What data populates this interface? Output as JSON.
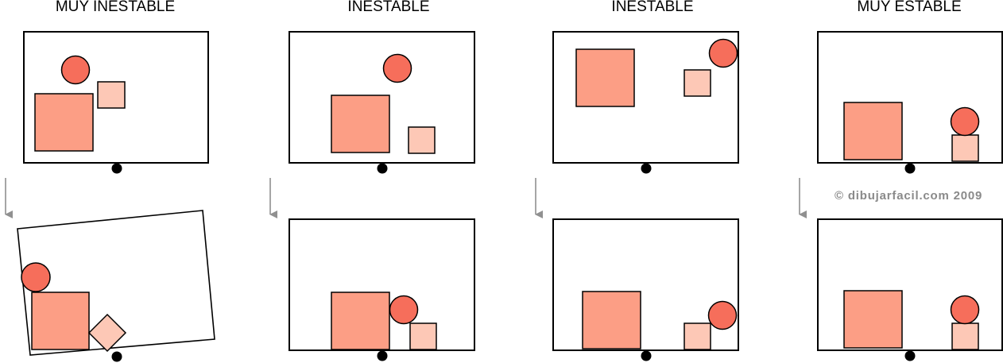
{
  "columns": [
    {
      "title": "MUY INESTABLE"
    },
    {
      "title": "INESTABLE"
    },
    {
      "title": "INESTABLE"
    },
    {
      "title": "MUY ESTABLE"
    }
  ],
  "watermark": {
    "symbol": "©",
    "text": "dibujarfacil.com  2009"
  },
  "colors": {
    "big_square": "#fc9e85",
    "small_square": "#fdc8b6",
    "circle": "#f66e5b",
    "frame": "#000000",
    "arrow": "#909090",
    "watermark": "#8a8a8a"
  },
  "icons": [
    "pivot-dot-icon",
    "down-arrow-icon",
    "copyright-icon"
  ]
}
